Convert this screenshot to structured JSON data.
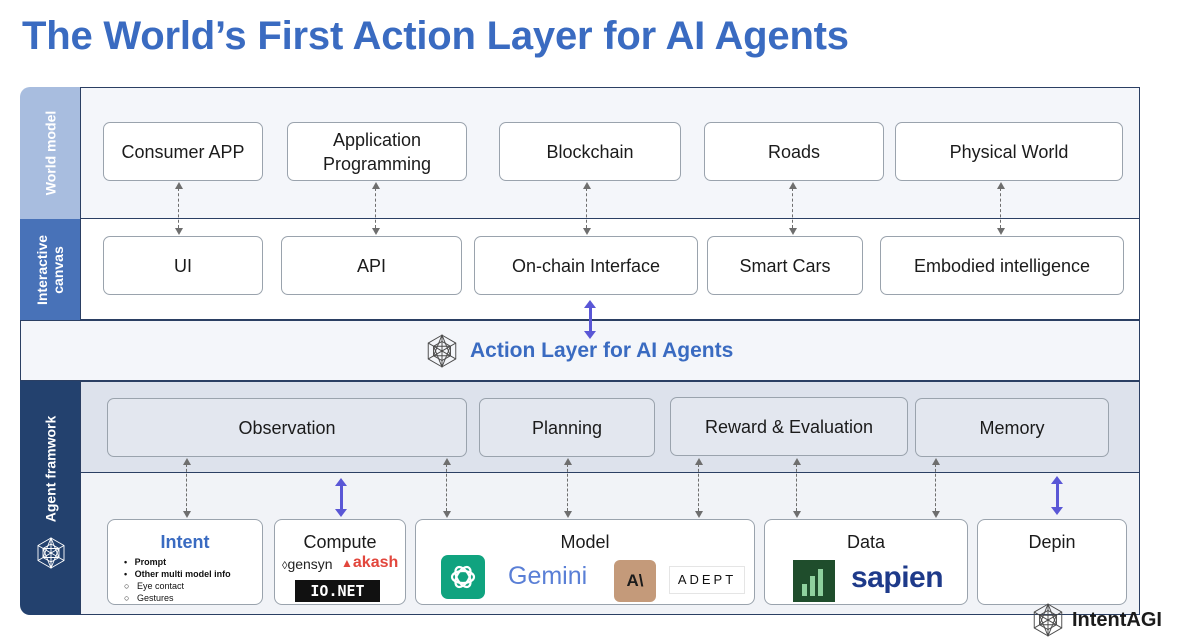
{
  "header": {
    "title": "The World’s First Action Layer for AI Agents"
  },
  "side_labels": {
    "world": "World model",
    "canvas_line1": "Interactive",
    "canvas_line2": "canvas",
    "framework": "Agent framwork"
  },
  "world_model": {
    "consumer_app": "Consumer APP",
    "application_line1": "Application",
    "application_line2": "Programming",
    "blockchain": "Blockchain",
    "roads": "Roads",
    "physical_world": "Physical World"
  },
  "interactive_canvas": {
    "ui": "UI",
    "api": "API",
    "onchain": "On-chain Interface",
    "smart_cars": "Smart Cars",
    "embodied": "Embodied intelligence"
  },
  "action_layer": {
    "label": "Action Layer for AI Agents"
  },
  "framework": {
    "observation": "Observation",
    "planning": "Planning",
    "reward": "Reward & Evaluation",
    "memory": "Memory"
  },
  "tools": {
    "intent": {
      "title": "Intent",
      "bullets": [
        "Prompt",
        "Other multi model info"
      ],
      "sub_bullets": [
        "Eye contact",
        "Gestures"
      ]
    },
    "compute": {
      "title": "Compute",
      "logos": [
        "gensyn",
        "akash",
        "IO.NET"
      ]
    },
    "model": {
      "title": "Model",
      "logos": [
        "Gemini",
        "A\\",
        "ADEPT"
      ]
    },
    "data": {
      "title": "Data",
      "logos": [
        "sapien"
      ]
    },
    "depin": {
      "title": "Depin"
    }
  },
  "brand": {
    "name": "IntentAGI"
  },
  "colors": {
    "title_blue": "#3a6bc1",
    "arrow_purple": "#5a57d6",
    "frame_navy": "#23416e"
  }
}
